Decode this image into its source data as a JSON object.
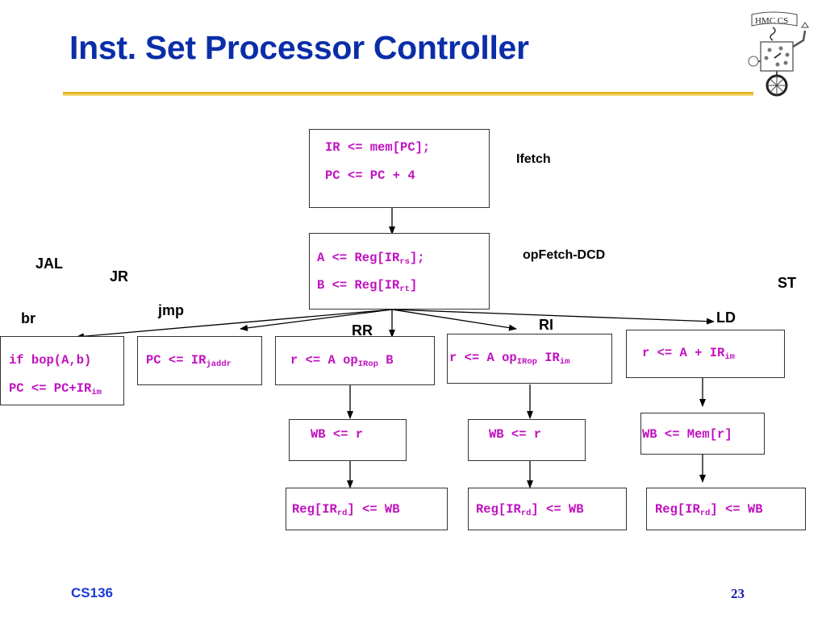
{
  "slide": {
    "title": "Inst. Set Processor Controller",
    "footer_course": "CS136",
    "page_number": "23",
    "logo_text": "HMC CS",
    "accent_color": "#e8b722",
    "title_color": "#0a2ea8",
    "code_color": "#c010c0"
  },
  "states": {
    "ifetch": {
      "label": "Ifetch",
      "line1": "IR <= mem[PC];",
      "line2": "PC <= PC + 4"
    },
    "opfetch": {
      "label": "opFetch-DCD",
      "line1_pre": "A <= Reg[IR",
      "line1_sub": "rs",
      "line1_post": "];",
      "line2_pre": "B <= Reg[IR",
      "line2_sub": "rt",
      "line2_post": "]"
    },
    "br": {
      "label": "br",
      "line1": "if bop(A,b)",
      "line2_pre": "PC <= PC+IR",
      "line2_sub": "im"
    },
    "jmp": {
      "label": "jmp",
      "line1_pre": "PC <= IR",
      "line1_sub": "jaddr"
    },
    "rr": {
      "label": "RR",
      "exec_pre": "r <= A op",
      "exec_sub": "IRop",
      "exec_post": " B",
      "wb": "WB <= r",
      "reg_pre": "Reg[IR",
      "reg_sub": "rd",
      "reg_post": "] <= WB"
    },
    "ri": {
      "label": "RI",
      "exec_pre": "r <= A op",
      "exec_sub": "IRop",
      "exec_mid": " IR",
      "exec_sub2": "im",
      "wb": "WB <= r",
      "reg_pre": "Reg[IR",
      "reg_sub": "rd",
      "reg_post": "] <= WB"
    },
    "ld": {
      "label": "LD",
      "exec_pre": "r <= A + IR",
      "exec_sub": "im",
      "wb": "WB <= Mem[r]",
      "reg_pre": "Reg[IR",
      "reg_sub": "rd",
      "reg_post": "] <= WB"
    },
    "extra_labels": {
      "jal": "JAL",
      "jr": "JR",
      "st": "ST"
    }
  }
}
